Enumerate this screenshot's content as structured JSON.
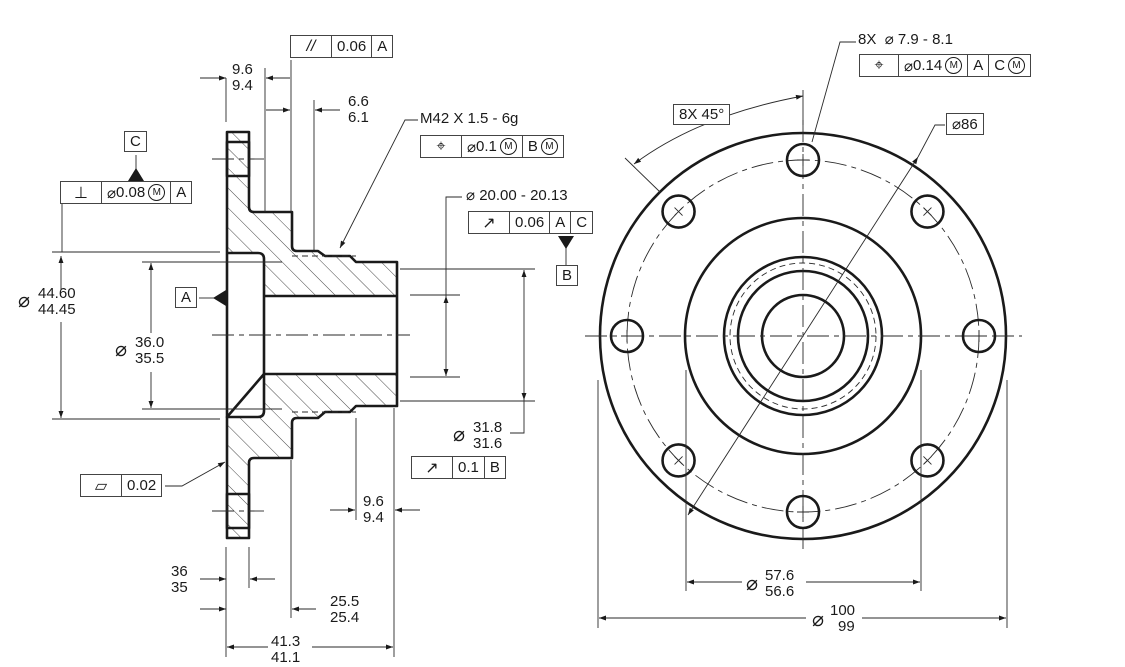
{
  "drawing": {
    "section_view": {
      "parallelism_fcf": {
        "symbol": "parallelism",
        "tolerance": "0.06",
        "datum": "A"
      },
      "flange_thickness": {
        "upper": "9.6",
        "lower": "9.4"
      },
      "relief_width": {
        "upper": "6.6",
        "lower": "6.1"
      },
      "thread_callout": "M42 X 1.5 - 6g",
      "thread_position_fcf": {
        "symbol": "position",
        "tolerance": "0.1",
        "modifier": "M",
        "datum": "B",
        "datum_modifier": "M"
      },
      "datum_c_label": "C",
      "perpendicularity_fcf": {
        "symbol": "perpendicularity",
        "tolerance": "0.08",
        "modifier": "M",
        "datum": "A"
      },
      "bore_callout": "20.00 - 20.13",
      "bore_runout_fcf": {
        "symbol": "circular-runout",
        "tolerance": "0.06",
        "datum1": "A",
        "datum2": "C"
      },
      "datum_b_label": "B",
      "datum_a_label": "A",
      "pilot_diameter": {
        "upper": "44.60",
        "lower": "44.45"
      },
      "counterbore_diameter": {
        "upper": "36.0",
        "lower": "35.5"
      },
      "hub_diameter": {
        "upper": "31.8",
        "lower": "31.6"
      },
      "hub_runout_fcf": {
        "symbol": "circular-runout",
        "tolerance": "0.1",
        "datum": "B"
      },
      "flatness_fcf": {
        "symbol": "flatness",
        "tolerance": "0.02"
      },
      "hub_end_length": {
        "upper": "9.6",
        "lower": "9.4"
      },
      "flange_width": {
        "upper": "36",
        "lower": "35"
      },
      "shoulder_length": {
        "upper": "25.5",
        "lower": "25.4"
      },
      "overall_length": {
        "upper": "41.3",
        "lower": "41.1"
      }
    },
    "end_view": {
      "hole_callout": "8X",
      "hole_size": "7.9 - 8.1",
      "hole_position_fcf": {
        "symbol": "position",
        "tolerance": "0.14",
        "modifier": "M",
        "datum1": "A",
        "datum2": "C",
        "datum2_modifier": "M"
      },
      "angular_spacing": "8X  45°",
      "bolt_circle": "86",
      "hub_od": {
        "upper": "57.6",
        "lower": "56.6"
      },
      "flange_od": {
        "upper": "100",
        "lower": "99"
      }
    },
    "symbols": {
      "diameter": "⌀",
      "mmc": "M"
    }
  }
}
